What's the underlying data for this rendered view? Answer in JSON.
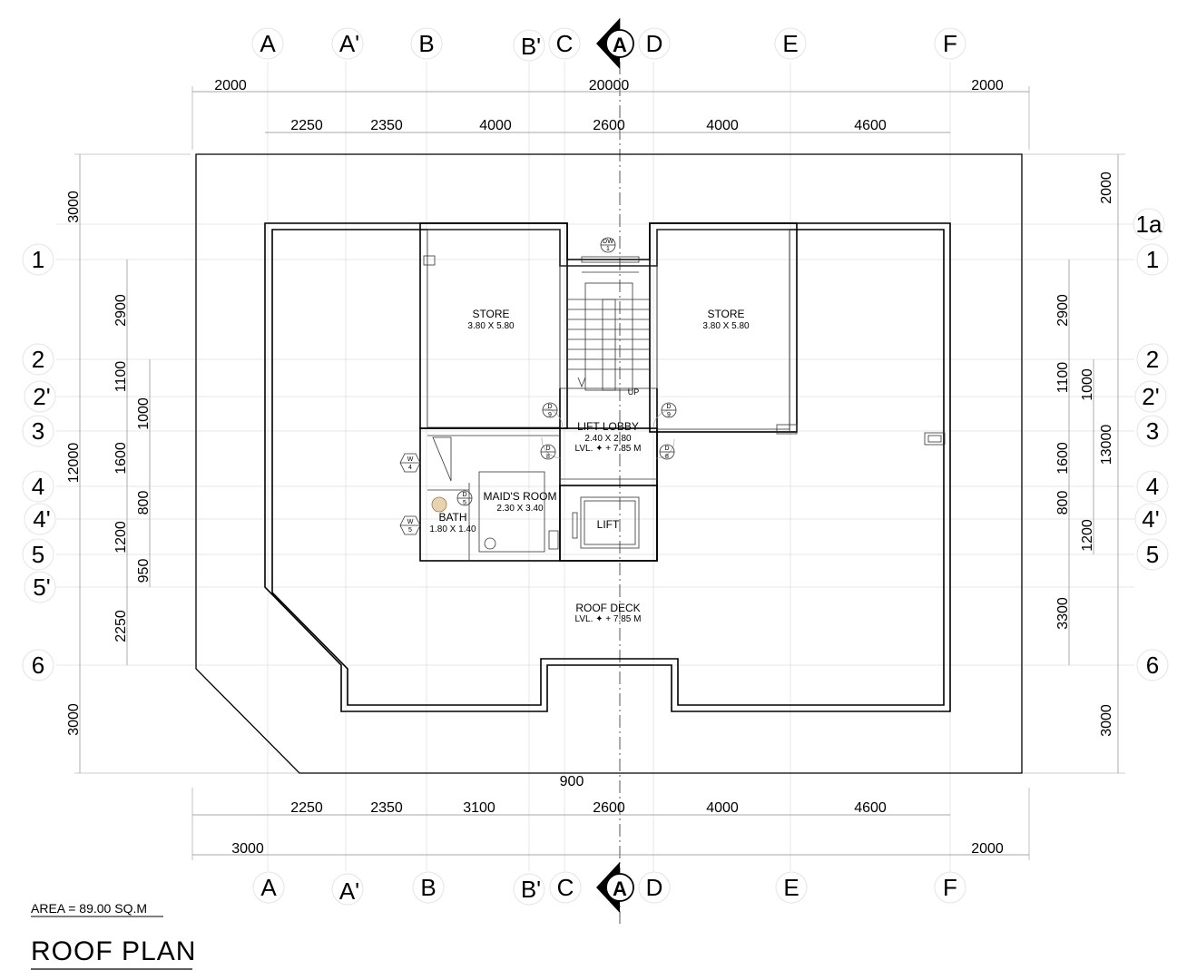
{
  "column_grid": [
    "A",
    "A'",
    "B",
    "B'",
    "C",
    "D",
    "E",
    "F"
  ],
  "row_grid": [
    "1a",
    "1",
    "2",
    "2'",
    "3",
    "4",
    "4'",
    "5",
    "5'",
    "6"
  ],
  "section_marker": "A",
  "dimensions": {
    "top_overall": [
      "2000",
      "20000",
      "2000"
    ],
    "top_bays": [
      "2250",
      "2350",
      "4000",
      "2600",
      "4000",
      "4600"
    ],
    "bottom_bays": [
      "2250",
      "2350",
      "3100",
      "2600",
      "4000",
      "4600"
    ],
    "bottom_overall": [
      "3000",
      "2000"
    ],
    "bottom_extra": "900",
    "left_outer": [
      "3000",
      "12000",
      "3000"
    ],
    "left_mid": [
      "2900",
      "1100",
      "1600",
      "1200",
      "2250"
    ],
    "left_inner": [
      "1000",
      "800",
      "950"
    ],
    "right_outer": [
      "2000",
      "13000",
      "3000"
    ],
    "right_mid": [
      "2900",
      "1100",
      "1600",
      "1200",
      "3300"
    ],
    "right_inner": [
      "1000",
      "800"
    ]
  },
  "rooms": {
    "store_left": {
      "name": "STORE",
      "size": "3.80 X 5.80"
    },
    "store_right": {
      "name": "STORE",
      "size": "3.80 X 5.80"
    },
    "lift_lobby": {
      "name": "LIFT LOBBY",
      "size": "2.40 X 2.80",
      "level": "LVL. ✦ + 7.85 M"
    },
    "maids_room": {
      "name": "MAID'S ROOM",
      "size": "2.30 X 3.40"
    },
    "bath": {
      "name": "BATH",
      "size": "1.80 X 1.40"
    },
    "lift": {
      "name": "LIFT"
    },
    "roof_deck": {
      "name": "ROOF DECK",
      "level": "LVL. ✦ + 7.85 M"
    }
  },
  "tags": {
    "dw1": [
      "DW",
      "1"
    ],
    "d9": [
      "D",
      "9"
    ],
    "d8": [
      "D",
      "8"
    ],
    "d5": [
      "D",
      "5"
    ],
    "w4": [
      "W",
      "4"
    ],
    "w5": [
      "W",
      "5"
    ],
    "up": "UP"
  },
  "area_note": "AREA = 89.00 SQ.M",
  "title": "ROOF PLAN"
}
